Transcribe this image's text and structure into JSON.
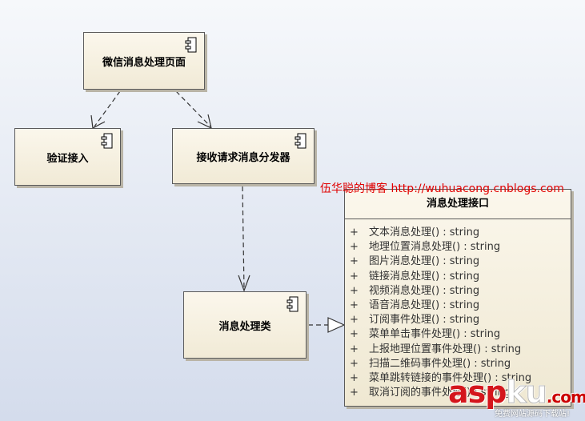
{
  "components": {
    "wx_page": "微信消息处理页面",
    "verify": "验证接入",
    "dispatcher": "接收请求消息分发器",
    "processor": "消息处理类"
  },
  "interface": {
    "title": "消息处理接口",
    "visibility": "+",
    "operations": [
      "文本消息处理() : string",
      "地理位置消息处理() : string",
      "图片消息处理() : string",
      "链接消息处理() : string",
      "视频消息处理() : string",
      "语音消息处理() : string",
      "订阅事件处理() : string",
      "菜单单击事件处理() : string",
      "上报地理位置事件处理() : string",
      "扫描二维码事件处理() : string",
      "菜单跳转链接的事件处理() : string",
      "取消订阅的事件处理() : string"
    ]
  },
  "watermark": "伍华聪的博客 http://wuhuacong.cnblogs.com",
  "logo": {
    "main": "asp",
    "ku": "ku",
    "domain": ".com",
    "tagline": "免费网站源码下载站!"
  }
}
